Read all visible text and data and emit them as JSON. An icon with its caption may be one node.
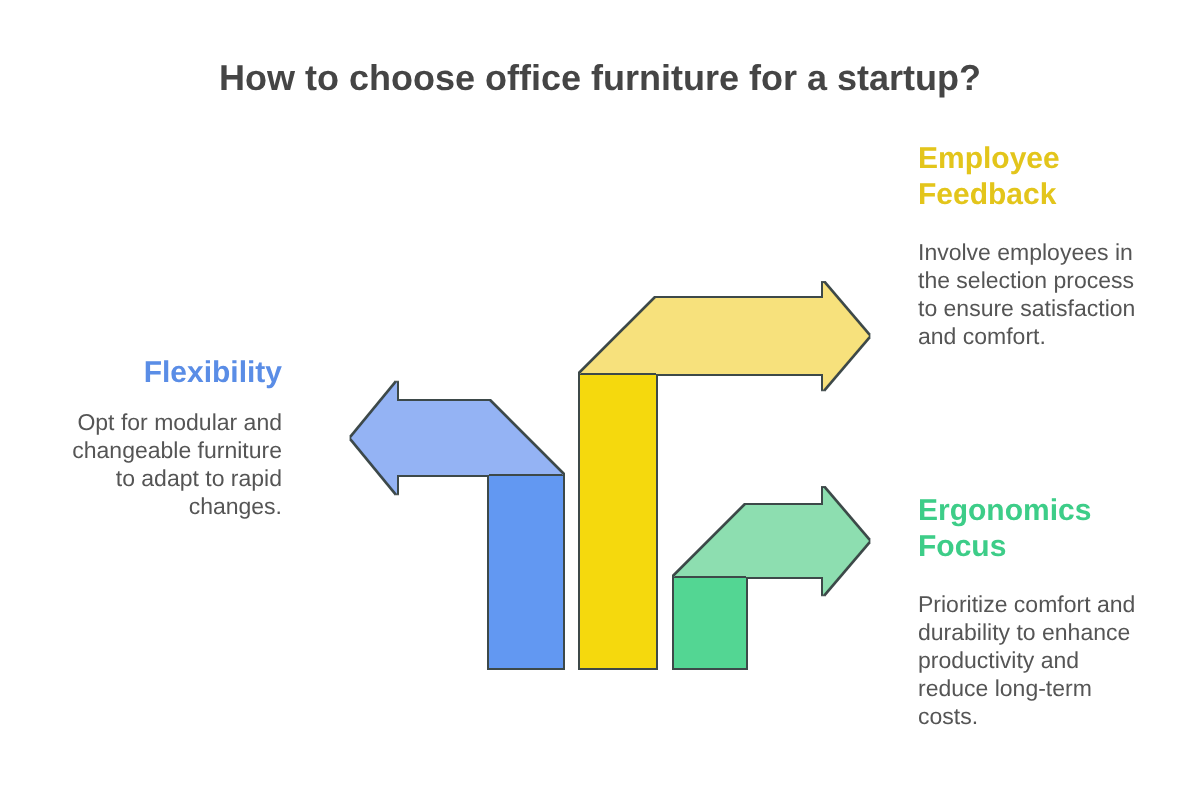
{
  "diagram": {
    "title": "How to choose office furniture for a startup?",
    "nodes": [
      {
        "text": [
          "Employee Feedback",
          "Involve employees in the selection process to ensure satisfaction and comfort."
        ]
      },
      {
        "text": [
          "Flexibility",
          "Opt for modular and changeable furniture to adapt to rapid changes."
        ]
      },
      {
        "text": [
          "Ergonomics Focus",
          "Prioritize comfort and durability to enhance productivity and reduce long-term costs."
        ]
      }
    ],
    "edges": [
      {
        "from": null,
        "to": 0,
        "arrow": "to",
        "color": "#f5d90f"
      },
      {
        "from": null,
        "to": 1,
        "arrow": "to",
        "color": "#6298f2"
      },
      {
        "from": null,
        "to": 2,
        "arrow": "to",
        "color": "#52d693"
      }
    ]
  }
}
